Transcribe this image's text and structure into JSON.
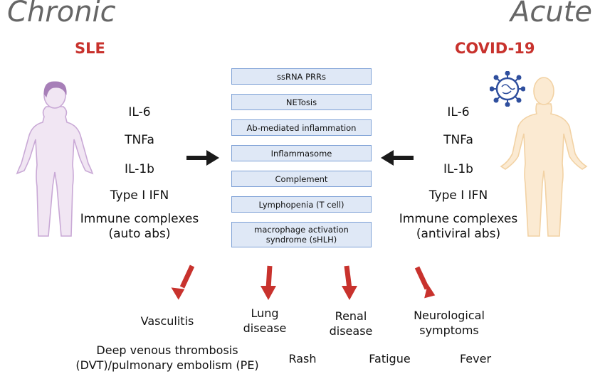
{
  "header": {
    "left_title": "Chronic",
    "right_title": "Acute",
    "left_disease": "SLE",
    "right_disease": "COVID-19"
  },
  "left_cytokines": [
    "IL-6",
    "TNFa",
    "IL-1b",
    "Type I IFN",
    "Immune complexes",
    "(auto abs)"
  ],
  "right_cytokines": [
    "IL-6",
    "TNFa",
    "IL-1b",
    "Type I IFN",
    "Immune complexes",
    "(antiviral abs)"
  ],
  "mechanisms": [
    "ssRNA PRRs",
    "NETosis",
    "Ab-mediated inflammation",
    "Inflammasome",
    "Complement",
    "Lymphopenia (T cell)",
    "macrophage activation",
    "syndrome (sHLH)"
  ],
  "outcomes": {
    "vasculitis": "Vasculitis",
    "lung_1": "Lung",
    "lung_2": "disease",
    "renal_1": "Renal",
    "renal_2": "disease",
    "neuro_1": "Neurological",
    "neuro_2": "symptoms",
    "dvt_1": "Deep venous thrombosis",
    "dvt_2": "(DVT)/pulmonary embolism (PE)",
    "rash": "Rash",
    "fatigue": "Fatigue",
    "fever": "Fever"
  },
  "colors": {
    "accent_red": "#c8322d",
    "box_fill": "#dfe8f6",
    "box_border": "#7ea1d6",
    "sle_figure": "#c9a9d6",
    "covid_figure": "#f2d2a4",
    "virus": "#2f4f9e"
  }
}
